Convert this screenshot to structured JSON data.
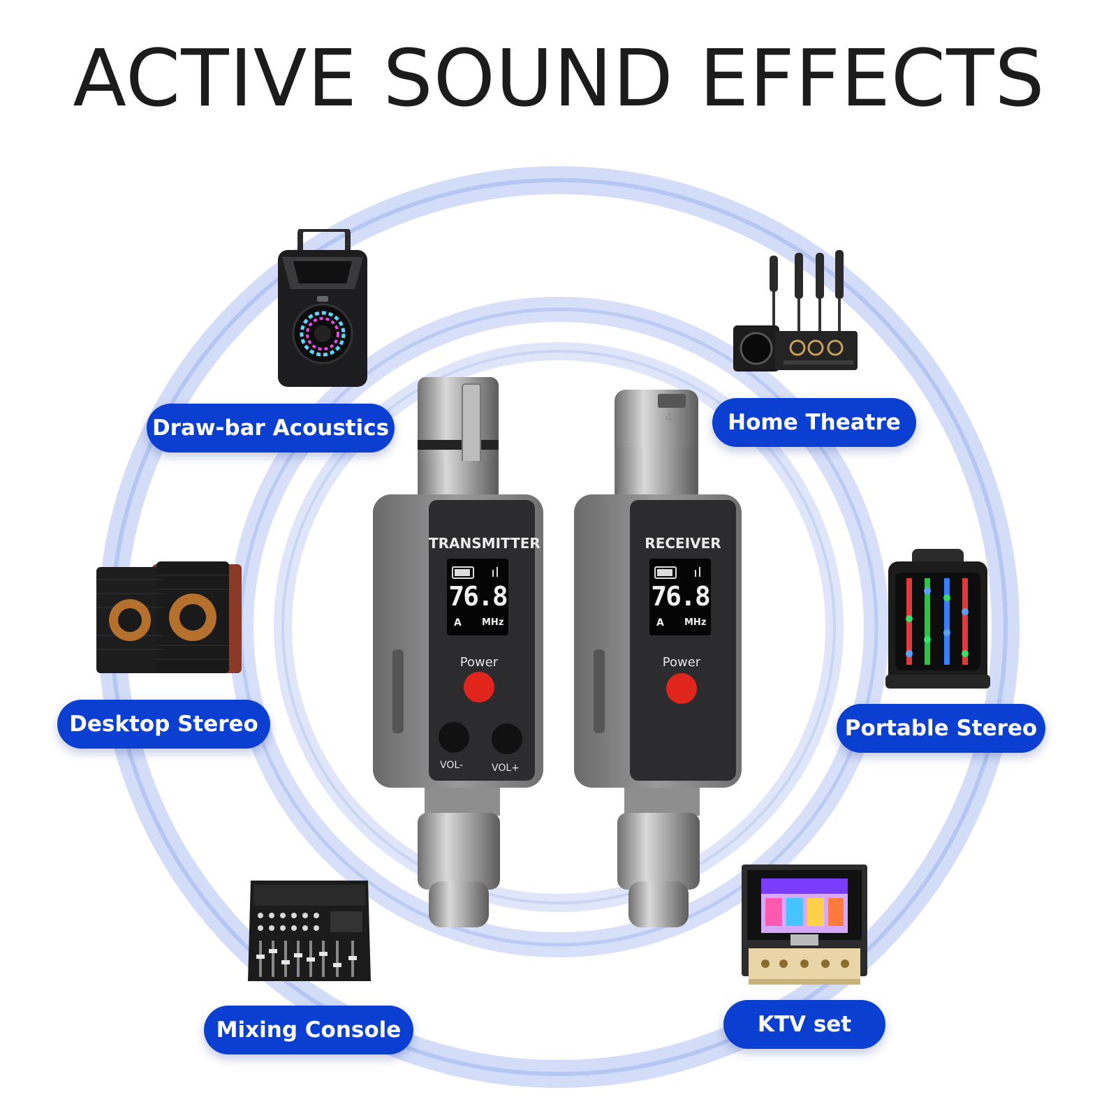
{
  "headline": "ACTIVE SOUND EFFECTS",
  "categories": [
    {
      "label": "Draw-bar Acoustics",
      "icon": "draw-bar-speaker-icon"
    },
    {
      "label": "Home Theatre",
      "icon": "home-theatre-icon"
    },
    {
      "label": "Desktop Stereo",
      "icon": "desktop-speakers-icon"
    },
    {
      "label": "Portable Stereo",
      "icon": "portable-speaker-icon"
    },
    {
      "label": "Mixing Console",
      "icon": "mixing-console-icon"
    },
    {
      "label": "KTV set",
      "icon": "ktv-set-icon"
    }
  ],
  "transmitter": {
    "title": "TRANSMITTER",
    "display": {
      "channel": "A",
      "frequency": "76.8",
      "unit": "MHz"
    },
    "power_label": "Power",
    "vol_minus": "VOL-",
    "vol_plus": "VOL+"
  },
  "receiver": {
    "title": "RECEIVER",
    "display": {
      "channel": "A",
      "frequency": "76.8",
      "unit": "MHz"
    },
    "power_label": "Power",
    "connector_mark": "4"
  },
  "colors": {
    "pill": "#0a3fd2",
    "ring": "#b9c8f4",
    "power_button": "#e0261c",
    "body_silver": "#8a8a8a"
  }
}
